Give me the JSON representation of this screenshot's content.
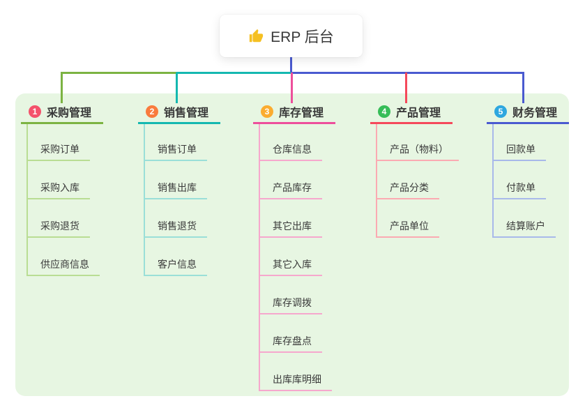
{
  "root": {
    "label": "ERP 后台",
    "icon": "thumbs-up-icon"
  },
  "colors": {
    "page_background": "#ffffff",
    "panel_background": "#e7f6e2",
    "text": "#3a3a3a",
    "root_line": "#4a5ad0",
    "thumb_icon": "#f5c022"
  },
  "branches": [
    {
      "name": "procurement",
      "badge": "1",
      "badge_color": "#f4526b",
      "line_color": "#7cb342",
      "child_line_color": "#b9dd93",
      "label": "采购管理",
      "children": [
        "采购订单",
        "采购入库",
        "采购退货",
        "供应商信息"
      ]
    },
    {
      "name": "sales",
      "badge": "2",
      "badge_color": "#f97b3d",
      "line_color": "#14b8b0",
      "child_line_color": "#9adfd8",
      "label": "销售管理",
      "children": [
        "销售订单",
        "销售出库",
        "销售退货",
        "客户信息"
      ]
    },
    {
      "name": "inventory",
      "badge": "3",
      "badge_color": "#fbac30",
      "line_color": "#ed4f9b",
      "child_line_color": "#f6a7cd",
      "label": "库存管理",
      "children": [
        "仓库信息",
        "产品库存",
        "其它出库",
        "其它入库",
        "库存调拨",
        "库存盘点",
        "出库库明细"
      ]
    },
    {
      "name": "product",
      "badge": "4",
      "badge_color": "#36bd58",
      "line_color": "#f5495b",
      "child_line_color": "#fbaab2",
      "label": "产品管理",
      "children": [
        "产品（物料）",
        "产品分类",
        "产品单位"
      ]
    },
    {
      "name": "finance",
      "badge": "5",
      "badge_color": "#2ea7df",
      "line_color": "#4a5ad0",
      "child_line_color": "#a8b9ea",
      "label": "财务管理",
      "children": [
        "回款单",
        "付款单",
        "结算账户"
      ]
    }
  ]
}
